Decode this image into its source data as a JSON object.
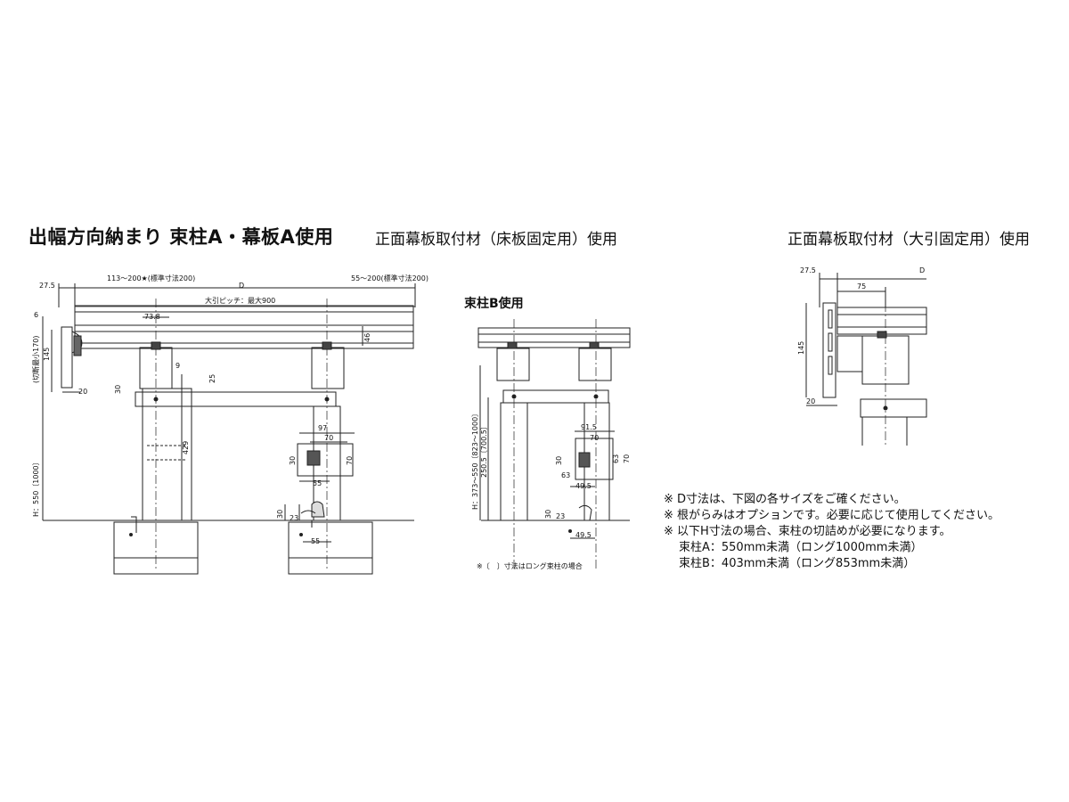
{
  "main_title": "出幅方向納まり 束柱A・幕板A使用",
  "subtitle_left": "正面幕板取付材（床板固定用）使用",
  "subtitle_right": "正面幕板取付材（大引固定用）使用",
  "section_b_label": "束柱B使用",
  "dims_a": {
    "d275": "27.5",
    "d113": "113～200★(標準寸法200)",
    "D": "D",
    "d55_200": "55～200(標準寸法200)",
    "pitch": "大引ピッチ：最大900",
    "d6": "6",
    "d738": "73.8",
    "d46": "46",
    "d145": "145",
    "cut": "(切断最小170)",
    "d9": "9",
    "d25": "25",
    "d20": "20",
    "d30a": "30",
    "H": "H：550〔1000〕",
    "d429": "429",
    "d97": "97",
    "d70a": "70",
    "d30b": "30",
    "d70b": "70",
    "d55a": "55",
    "d30c": "30",
    "d23": "23",
    "d55b": "55"
  },
  "dims_b": {
    "H": "H：373～550〔823～1000〕",
    "d2505": "250.5〔700.5〕",
    "d915": "91.5",
    "d70a": "70",
    "d30": "30",
    "d63a": "63",
    "d70b": "70",
    "d63b": "63",
    "d495a": "49.5",
    "d30b": "30",
    "d23": "23",
    "d495b": "49.5",
    "footnote": "※〔　〕寸法はロング束柱の場合"
  },
  "dims_right": {
    "d275": "27.5",
    "D": "D",
    "d75": "75",
    "d145": "145",
    "d20": "20"
  },
  "notes": {
    "n1": "※ D寸法は、下図の各サイズをご確ください。",
    "n2": "※ 根がらみはオプションです。必要に応じて使用してください。",
    "n3": "※ 以下H寸法の場合、束柱の切詰めが必要になります。",
    "n4": "束柱A：550mm未満（ロング1000mm未満）",
    "n5": "束柱B：403mm未満（ロング853mm未満）"
  }
}
